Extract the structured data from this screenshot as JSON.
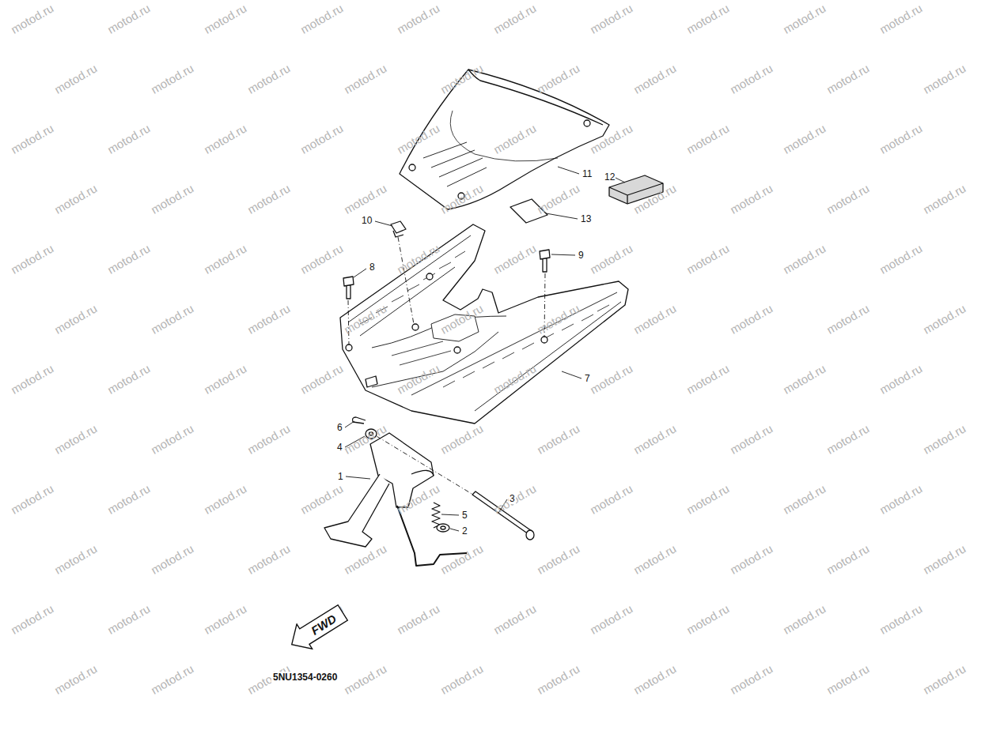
{
  "diagram": {
    "nodes": [
      {
        "text": [
          "FWD"
        ]
      }
    ],
    "labels": [
      "1",
      "2",
      "3",
      "4",
      "5",
      "6",
      "7",
      "8",
      "9",
      "10",
      "11",
      "12",
      "13",
      "5NU1354-0260",
      "motod.ru",
      "motod.ru",
      "motod.ru",
      "motod.ru",
      "motod.ru",
      "motod.ru",
      "motod.ru",
      "motod.ru",
      "motod.ru",
      "motod.ru",
      "motod.ru",
      "motod.ru",
      "motod.ru",
      "motod.ru",
      "motod.ru",
      "motod.ru",
      "motod.ru",
      "motod.ru",
      "motod.ru",
      "motod.ru",
      "motod.ru",
      "motod.ru",
      "motod.ru",
      "motod.ru",
      "motod.ru",
      "motod.ru",
      "motod.ru",
      "motod.ru",
      "motod.ru",
      "motod.ru",
      "motod.ru",
      "motod.ru",
      "motod.ru",
      "motod.ru",
      "motod.ru",
      "motod.ru",
      "motod.ru",
      "motod.ru",
      "motod.ru",
      "motod.ru",
      "motod.ru",
      "motod.ru",
      "motod.ru",
      "motod.ru",
      "motod.ru",
      "motod.ru",
      "motod.ru",
      "motod.ru",
      "motod.ru",
      "motod.ru",
      "motod.ru",
      "motod.ru",
      "motod.ru",
      "motod.ru",
      "motod.ru",
      "motod.ru",
      "motod.ru",
      "motod.ru",
      "motod.ru",
      "motod.ru",
      "motod.ru",
      "motod.ru",
      "motod.ru",
      "motod.ru",
      "motod.ru",
      "motod.ru",
      "motod.ru",
      "motod.ru",
      "motod.ru",
      "motod.ru",
      "motod.ru",
      "motod.ru",
      "motod.ru",
      "motod.ru",
      "motod.ru",
      "motod.ru",
      "motod.ru",
      "motod.ru",
      "motod.ru",
      "motod.ru",
      "motod.ru",
      "motod.ru",
      "motod.ru",
      "motod.ru",
      "motod.ru",
      "motod.ru",
      "motod.ru",
      "motod.ru",
      "motod.ru",
      "motod.ru",
      "motod.ru",
      "motod.ru",
      "motod.ru",
      "motod.ru",
      "motod.ru",
      "motod.ru",
      "motod.ru",
      "motod.ru",
      "motod.ru",
      "motod.ru",
      "motod.ru",
      "motod.ru",
      "motod.ru",
      "motod.ru",
      "motod.ru",
      "motod.ru",
      "motod.ru",
      "motod.ru",
      "motod.ru",
      "motod.ru",
      "motod.ru",
      "motod.ru",
      "motod.ru",
      "motod.ru",
      "motod.ru",
      "motod.ru",
      "motod.ru",
      "motod.ru",
      "motod.ru",
      "motod.ru"
    ]
  }
}
